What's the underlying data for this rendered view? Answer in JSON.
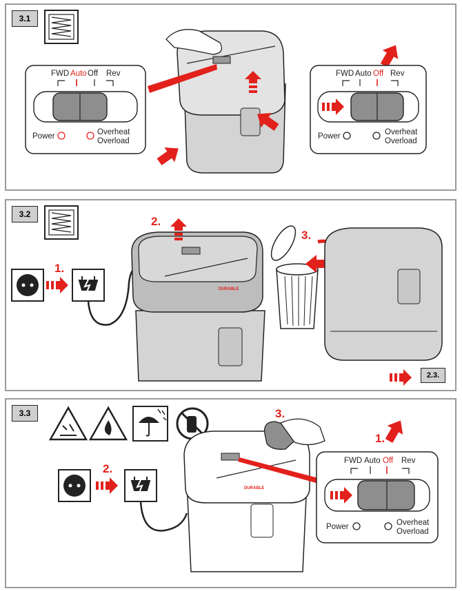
{
  "colors": {
    "accent_red": "#e2211c",
    "shredder_fill": "#d4d4d4",
    "panel_border": "#9a9a9a",
    "badge_fill": "#cfcfcf"
  },
  "steps": [
    {
      "label": "3.1",
      "switch_left": {
        "modes": [
          "FWD",
          "Auto",
          "Off",
          "Rev"
        ],
        "active": "Auto",
        "power": "Power",
        "overheat": "Overheat",
        "overload": "Overload"
      },
      "switch_right": {
        "modes": [
          "FWD",
          "Auto",
          "Off",
          "Rev"
        ],
        "active": "Off",
        "power": "Power",
        "overheat": "Overheat",
        "overload": "Overload"
      }
    },
    {
      "label": "3.2",
      "numbers": [
        "1.",
        "2.",
        "3."
      ],
      "brand": "DURABLE",
      "reference": "2.3."
    },
    {
      "label": "3.3",
      "numbers": [
        "1.",
        "2.",
        "3."
      ],
      "brand": "DURABLE",
      "warning_icons": [
        "corrosive-warning-icon",
        "flammable-warning-icon",
        "keep-dry-icon",
        "no-aerosol-icon"
      ],
      "switch": {
        "modes": [
          "FWD",
          "Auto",
          "Off",
          "Rev"
        ],
        "active": "Off",
        "power": "Power",
        "overheat": "Overheat",
        "overload": "Overload"
      }
    }
  ]
}
